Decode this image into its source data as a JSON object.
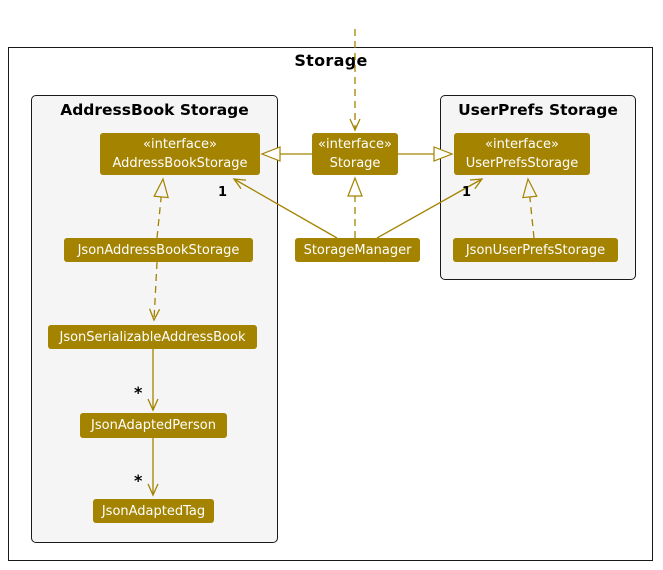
{
  "frame": {
    "title": "Storage"
  },
  "packages": {
    "addressbook": {
      "title": "AddressBook Storage"
    },
    "userprefs": {
      "title": "UserPrefs Storage"
    }
  },
  "nodes": {
    "address_book_storage": {
      "stereotype": "«interface»",
      "name": "AddressBookStorage"
    },
    "storage": {
      "stereotype": "«interface»",
      "name": "Storage"
    },
    "user_prefs_storage": {
      "stereotype": "«interface»",
      "name": "UserPrefsStorage"
    },
    "json_address_book_storage": {
      "name": "JsonAddressBookStorage"
    },
    "storage_manager": {
      "name": "StorageManager"
    },
    "json_user_prefs_storage": {
      "name": "JsonUserPrefsStorage"
    },
    "json_serializable_address_book": {
      "name": "JsonSerializableAddressBook"
    },
    "json_adapted_person": {
      "name": "JsonAdaptedPerson"
    },
    "json_adapted_tag": {
      "name": "JsonAdaptedTag"
    }
  },
  "relationships": [
    {
      "from": "",
      "to": "Storage",
      "type": "dependency",
      "label": ""
    },
    {
      "from": "Storage",
      "to": "AddressBookStorage",
      "type": "extension",
      "label": ""
    },
    {
      "from": "Storage",
      "to": "UserPrefsStorage",
      "type": "extension",
      "label": ""
    },
    {
      "from": "StorageManager",
      "to": "Storage",
      "type": "realization",
      "label": ""
    },
    {
      "from": "JsonAddressBookStorage",
      "to": "AddressBookStorage",
      "type": "realization",
      "label": ""
    },
    {
      "from": "JsonUserPrefsStorage",
      "to": "UserPrefsStorage",
      "type": "realization",
      "label": ""
    },
    {
      "from": "StorageManager",
      "to": "AddressBookStorage",
      "type": "association",
      "label": "1"
    },
    {
      "from": "StorageManager",
      "to": "UserPrefsStorage",
      "type": "association",
      "label": "1"
    },
    {
      "from": "JsonAddressBookStorage",
      "to": "JsonSerializableAddressBook",
      "type": "dependency",
      "label": ""
    },
    {
      "from": "JsonSerializableAddressBook",
      "to": "JsonAdaptedPerson",
      "type": "association",
      "label": "*"
    },
    {
      "from": "JsonAdaptedPerson",
      "to": "JsonAdaptedTag",
      "type": "association",
      "label": "*"
    }
  ],
  "colors": {
    "accent": "#A38300",
    "box_text": "#FFFFFF",
    "package_bg": "#F5F5F5",
    "canvas_bg": "#FFFFFF",
    "line_black": "#1A1A1A",
    "label_text": "#000000"
  }
}
